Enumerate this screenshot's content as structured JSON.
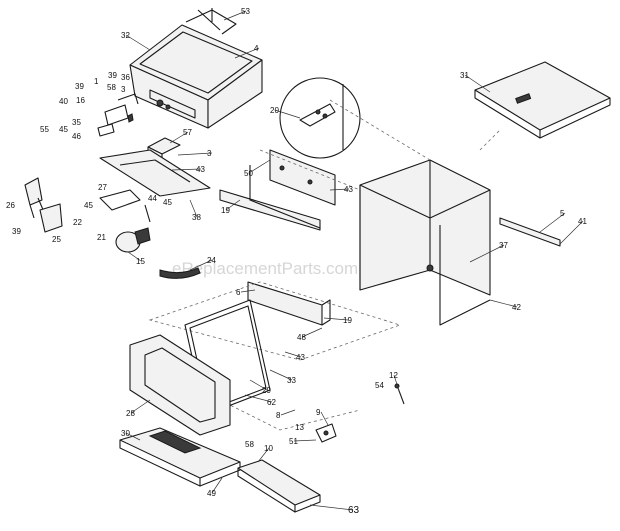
{
  "diagram": {
    "watermark": "eReplacementParts.com",
    "callouts": [
      {
        "id": "c53",
        "label": "53"
      },
      {
        "id": "c32",
        "label": "32"
      },
      {
        "id": "c4",
        "label": "4"
      },
      {
        "id": "c31",
        "label": "31"
      },
      {
        "id": "c39a",
        "label": "39"
      },
      {
        "id": "c1",
        "label": "1"
      },
      {
        "id": "c39b",
        "label": "39"
      },
      {
        "id": "c36",
        "label": "36"
      },
      {
        "id": "c58a",
        "label": "58"
      },
      {
        "id": "c3a",
        "label": "3"
      },
      {
        "id": "c16",
        "label": "16"
      },
      {
        "id": "c40",
        "label": "40"
      },
      {
        "id": "c35",
        "label": "35"
      },
      {
        "id": "c55",
        "label": "55"
      },
      {
        "id": "c45a",
        "label": "45"
      },
      {
        "id": "c46",
        "label": "46"
      },
      {
        "id": "c20",
        "label": "20"
      },
      {
        "id": "c57",
        "label": "57"
      },
      {
        "id": "c3b",
        "label": "3"
      },
      {
        "id": "c43a",
        "label": "43"
      },
      {
        "id": "c50",
        "label": "50"
      },
      {
        "id": "c43b",
        "label": "43"
      },
      {
        "id": "c27",
        "label": "27"
      },
      {
        "id": "c26",
        "label": "26"
      },
      {
        "id": "c45b",
        "label": "45"
      },
      {
        "id": "c44",
        "label": "44"
      },
      {
        "id": "c45c",
        "label": "45"
      },
      {
        "id": "c38",
        "label": "38"
      },
      {
        "id": "c19a",
        "label": "19"
      },
      {
        "id": "c22",
        "label": "22"
      },
      {
        "id": "c39c",
        "label": "39"
      },
      {
        "id": "c25",
        "label": "25"
      },
      {
        "id": "c21",
        "label": "21"
      },
      {
        "id": "c5",
        "label": "5"
      },
      {
        "id": "c41",
        "label": "41"
      },
      {
        "id": "c37",
        "label": "37"
      },
      {
        "id": "c15",
        "label": "15"
      },
      {
        "id": "c24",
        "label": "24"
      },
      {
        "id": "c6",
        "label": "6"
      },
      {
        "id": "c42",
        "label": "42"
      },
      {
        "id": "c19b",
        "label": "19"
      },
      {
        "id": "c48",
        "label": "48"
      },
      {
        "id": "c43c",
        "label": "43"
      },
      {
        "id": "c33",
        "label": "33"
      },
      {
        "id": "c12",
        "label": "12"
      },
      {
        "id": "c54",
        "label": "54"
      },
      {
        "id": "c29",
        "label": "29"
      },
      {
        "id": "c62",
        "label": "62"
      },
      {
        "id": "c28",
        "label": "28"
      },
      {
        "id": "c8",
        "label": "8"
      },
      {
        "id": "c9",
        "label": "9"
      },
      {
        "id": "c13",
        "label": "13"
      },
      {
        "id": "c51",
        "label": "51"
      },
      {
        "id": "c30",
        "label": "30"
      },
      {
        "id": "c58b",
        "label": "58"
      },
      {
        "id": "c10",
        "label": "10"
      },
      {
        "id": "c49",
        "label": "49"
      },
      {
        "id": "c63",
        "label": "63"
      }
    ]
  }
}
